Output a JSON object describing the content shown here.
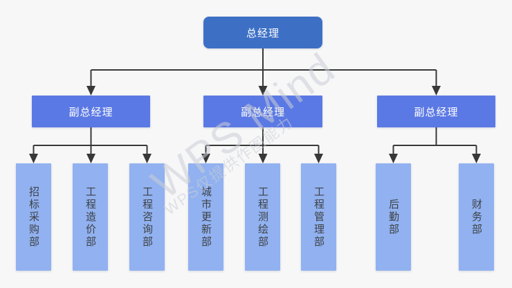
{
  "colors": {
    "root_box": "#3d70c5",
    "manager_box": "#5b79e4",
    "dept_box": "#91b1f0",
    "line": "#383838",
    "dept_text": "#3d4145",
    "background": "#f7f7f8",
    "box_text": "#ffffff"
  },
  "watermark": {
    "title": "WPS Mind",
    "subtitle": "WPS仅提供作图能力"
  },
  "org": {
    "root": "总经理",
    "groups": [
      {
        "manager": "副总经理",
        "departments": [
          "招标采购部",
          "工程造价部",
          "工程咨询部"
        ]
      },
      {
        "manager": "副总经理",
        "departments": [
          "城市更新部",
          "工程测绘部",
          "工程管理部"
        ]
      },
      {
        "manager": "副总经理",
        "departments": [
          "后勤部",
          "财务部"
        ]
      }
    ]
  }
}
